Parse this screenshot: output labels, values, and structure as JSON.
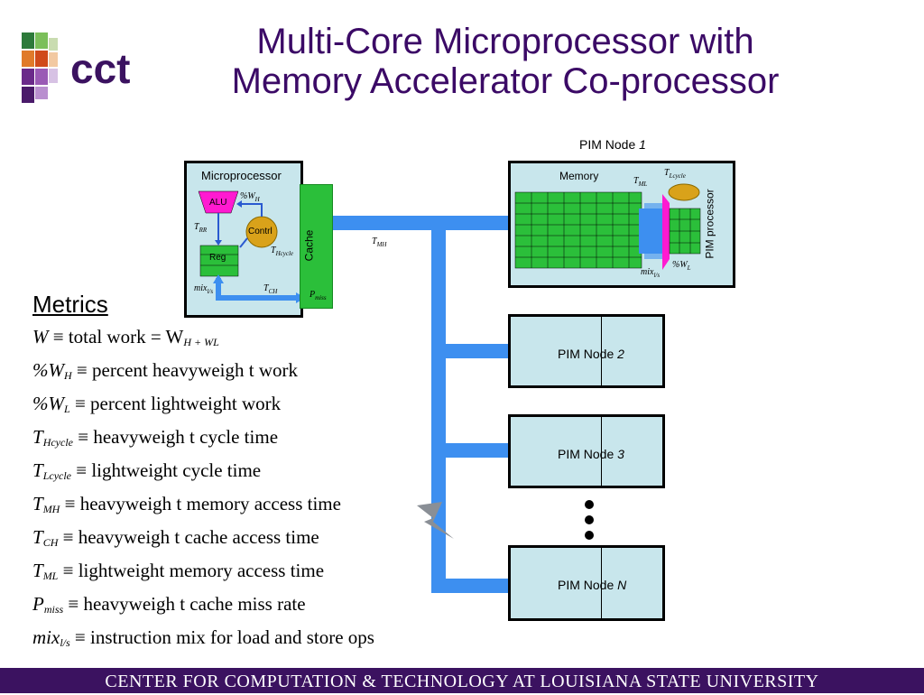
{
  "title": {
    "line1": "Multi-Core Microprocessor with",
    "line2": "Memory Accelerator Co-processor"
  },
  "logo": {
    "text": "cct"
  },
  "diagram": {
    "microprocessor_label": "Microprocessor",
    "alu_label": "ALU",
    "contrl_label": "Contrl",
    "reg_label": "Reg",
    "cache_label": "Cache",
    "pct_wh": "%W",
    "pct_wh_sub": "H",
    "trr": "T",
    "trr_sub": "RR",
    "thcycle": "T",
    "thcycle_sub": "Hcycle",
    "mix": "mix",
    "mix_sub": "l/s",
    "tch": "T",
    "tch_sub": "CH",
    "pmiss": "P",
    "pmiss_sub": "miss",
    "tmh": "T",
    "tmh_sub": "MH",
    "pim_node_1_prefix": "PIM Node ",
    "pim_node_1_num": "1",
    "memory_label": "Memory",
    "pim_processor_label": "PIM processor",
    "tml": "T",
    "tml_sub": "ML",
    "tlcycle": "T",
    "tlcycle_sub": "Lcycle",
    "pct_wl": "%W",
    "pct_wl_sub": "L",
    "mix2": "mix",
    "mix2_sub": "l/s",
    "pim_node_2_prefix": "PIM Node ",
    "pim_node_2_num": "2",
    "pim_node_3_prefix": "PIM Node ",
    "pim_node_3_num": "3",
    "pim_node_n_prefix": "PIM Node ",
    "pim_node_n_num": "N"
  },
  "metrics": {
    "heading": "Metrics",
    "items": [
      {
        "sym": "W",
        "sub": "",
        "def": "≡ total work = W",
        "extra": "H + W",
        "extra2": "L"
      },
      {
        "sym": "%W",
        "sub": "H",
        "def": "≡ percent heavyweigh t work"
      },
      {
        "sym": "%W",
        "sub": "L",
        "def": "≡ percent lightweight work"
      },
      {
        "sym": "T",
        "sub": "Hcycle",
        "def": "≡ heavyweigh t cycle time"
      },
      {
        "sym": "T",
        "sub": "Lcycle",
        "def": "≡ lightweight cycle time"
      },
      {
        "sym": "T",
        "sub": "MH",
        "def": "≡ heavyweigh t memory access time"
      },
      {
        "sym": "T",
        "sub": "CH",
        "def": "≡ heavyweigh t cache access time"
      },
      {
        "sym": "T",
        "sub": "ML",
        "def": "≡ lightweight memory access time"
      },
      {
        "sym": "P",
        "sub": "miss",
        "def": "≡ heavyweigh t cache miss rate"
      },
      {
        "sym": "mix",
        "sub": "l/s",
        "def": "≡ instruction mix for load and store ops"
      }
    ]
  },
  "footer": {
    "text": "CENTER FOR COMPUTATION & TECHNOLOGY AT LOUISIANA STATE UNIVERSITY"
  },
  "colors": {
    "title": "#3b0a66",
    "bus": "#3d8ff0",
    "footer_bg": "#3b1260",
    "box_bg": "#c8e6ec",
    "cache_green": "#2bbf3a",
    "alu_magenta": "#ff1ad1",
    "contrl_gold": "#d9a21a"
  }
}
